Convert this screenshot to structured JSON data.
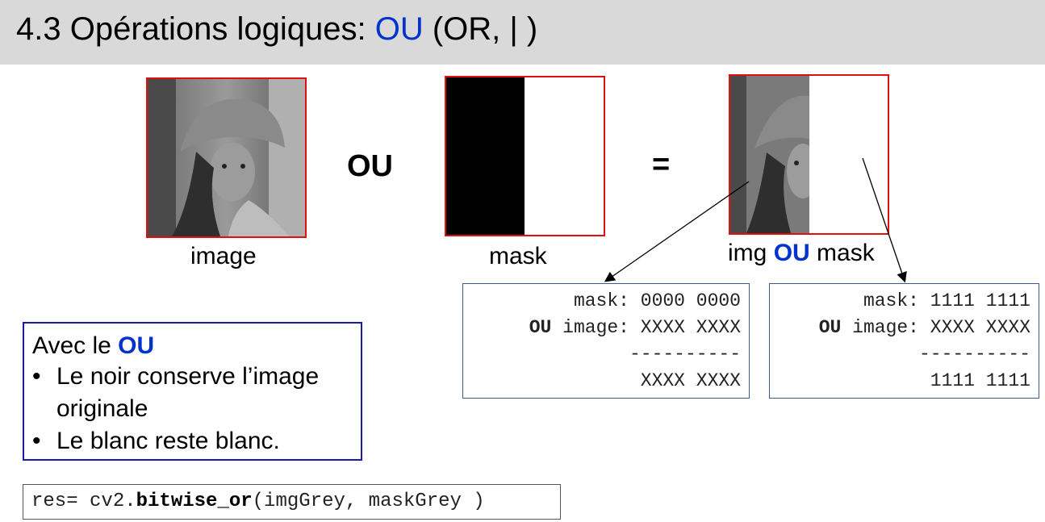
{
  "header": {
    "title_prefix": "4.3 Opérations logiques: ",
    "title_accent": "OU",
    "title_suffix": " (OR, | )"
  },
  "figure": {
    "image_caption": "image",
    "operator": "OU",
    "mask_caption": "mask",
    "equals": "=",
    "result_caption_prefix": "img ",
    "result_caption_accent": "OU",
    "result_caption_suffix": " mask"
  },
  "left_example": {
    "line1": "mask: 0000 0000",
    "line2_bold": "OU",
    "line2_rest": " image: XXXX XXXX",
    "line3": "----------",
    "line4": "XXXX XXXX"
  },
  "right_example": {
    "line1": "mask: 1111 1111",
    "line2_bold": "OU",
    "line2_rest": " image: XXXX XXXX",
    "line3": "----------",
    "line4": "1111 1111"
  },
  "note": {
    "title_prefix": "Avec le ",
    "title_accent": "OU",
    "bullet1_line1": "Le noir conserve l’image",
    "bullet1_line2": "originale",
    "bullet2": "Le blanc reste blanc."
  },
  "code": {
    "prefix": "res= cv2.",
    "func": "bitwise_or",
    "args": "(imgGrey, maskGrey )"
  },
  "colors": {
    "accent": "#0033cc",
    "frame": "#e01010",
    "header_bg": "#d9d9d9"
  }
}
